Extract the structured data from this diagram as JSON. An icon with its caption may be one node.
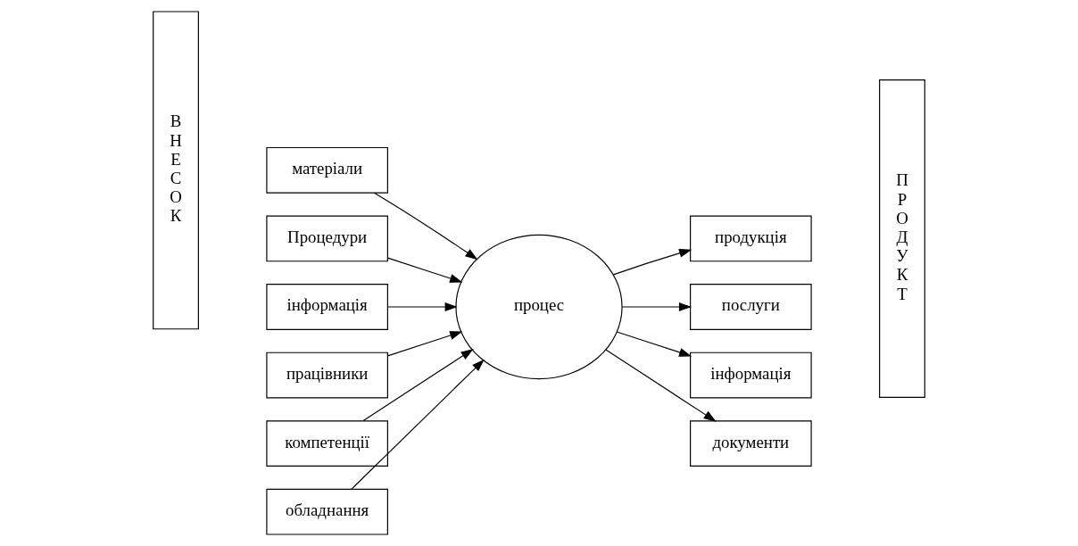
{
  "diagram": {
    "nodes": [
      {
        "text": [
          "В Н Е С О К"
        ]
      },
      {
        "text": [
          "матеріали"
        ]
      },
      {
        "text": [
          "Процедури"
        ]
      },
      {
        "text": [
          "інформація"
        ]
      },
      {
        "text": [
          "працівники"
        ]
      },
      {
        "text": [
          "компетенції"
        ]
      },
      {
        "text": [
          "обладнання"
        ]
      },
      {
        "text": [
          "процес"
        ]
      },
      {
        "text": [
          "продукція"
        ]
      },
      {
        "text": [
          "послуги"
        ]
      },
      {
        "text": [
          "інформація"
        ]
      },
      {
        "text": [
          "документи"
        ]
      },
      {
        "text": [
          "П Р О Д У К Т"
        ]
      }
    ],
    "edges": [
      {
        "from": 1,
        "to": 7,
        "arrow": "to"
      },
      {
        "from": 2,
        "to": 7,
        "arrow": "to"
      },
      {
        "from": 3,
        "to": 7,
        "arrow": "to"
      },
      {
        "from": 4,
        "to": 7,
        "arrow": "to"
      },
      {
        "from": 5,
        "to": 7,
        "arrow": "to"
      },
      {
        "from": 6,
        "to": 7,
        "arrow": "to"
      },
      {
        "from": 7,
        "to": 8,
        "arrow": "to"
      },
      {
        "from": 7,
        "to": 9,
        "arrow": "to"
      },
      {
        "from": 7,
        "to": 10,
        "arrow": "to"
      },
      {
        "from": 7,
        "to": 11,
        "arrow": "to"
      }
    ]
  }
}
